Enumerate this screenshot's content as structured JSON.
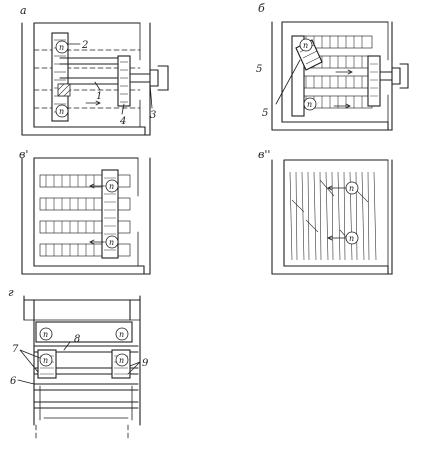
{
  "panels": {
    "a": {
      "letter": "а",
      "callouts": [
        "1",
        "2",
        "3",
        "4"
      ],
      "circles": [
        "n",
        "n"
      ]
    },
    "b": {
      "letter": "б",
      "callouts": [
        "5",
        "5"
      ],
      "circles": [
        "n",
        "n"
      ]
    },
    "v1": {
      "letter": "в'",
      "circles": [
        "n",
        "n"
      ]
    },
    "v2": {
      "letter": "в''",
      "circles": [
        "n",
        "n"
      ]
    },
    "g": {
      "letter": "г",
      "callouts": [
        "6",
        "7",
        "8",
        "9"
      ],
      "circles": [
        "n",
        "n",
        "n",
        "n"
      ]
    }
  },
  "colors": {
    "ink": "#1e1e1e",
    "paper": "#ffffff"
  }
}
